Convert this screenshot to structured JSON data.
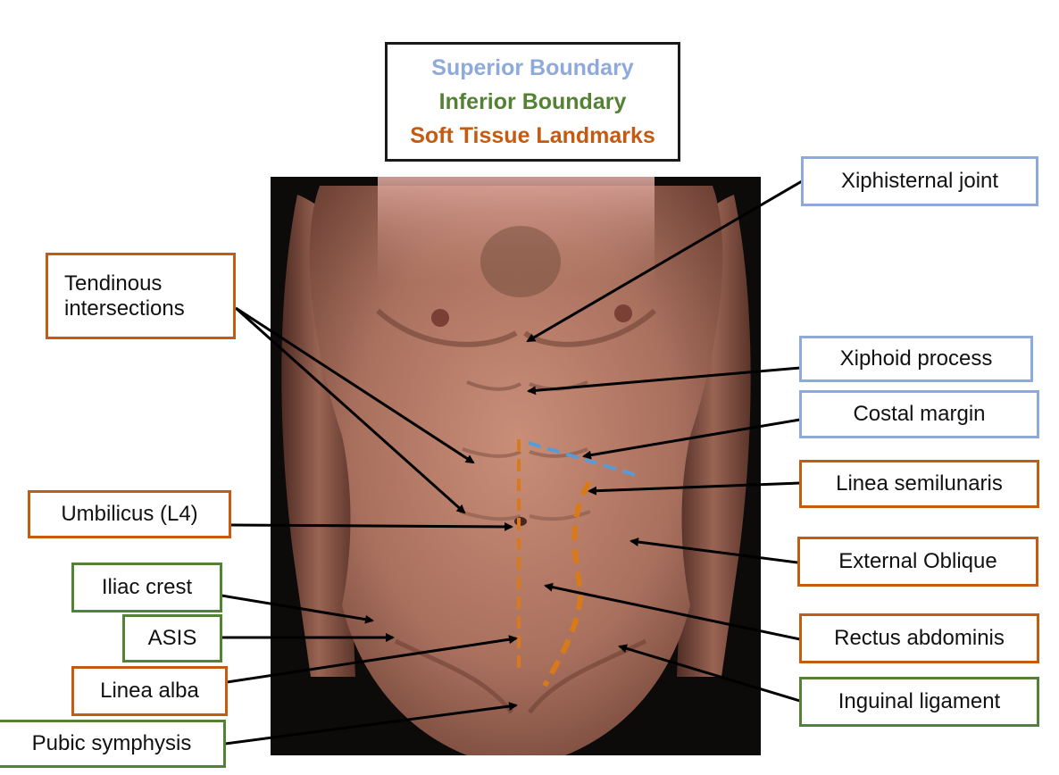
{
  "legend": {
    "superior": "Superior Boundary",
    "inferior": "Inferior Boundary",
    "soft": "Soft Tissue Landmarks"
  },
  "colors": {
    "superior": "#8ea9db",
    "inferior": "#548235",
    "soft": "#c55a11",
    "costal_dash": "#5b9bd5",
    "soft_dash": "#d87a1a"
  },
  "labels": {
    "xiphisternal_joint": "Xiphisternal joint",
    "tendinous_intersections": "Tendinous\nintersections",
    "xiphoid_process": "Xiphoid process",
    "costal_margin": "Costal margin",
    "linea_semilunaris": "Linea semilunaris",
    "umbilicus": "Umbilicus (L4)",
    "external_oblique": "External Oblique",
    "iliac_crest": "Iliac crest",
    "asis": "ASIS",
    "rectus_abdominis": "Rectus abdominis",
    "linea_alba": "Linea alba",
    "inguinal_ligament": "Inguinal ligament",
    "pubic_symphysis": "Pubic symphysis"
  }
}
